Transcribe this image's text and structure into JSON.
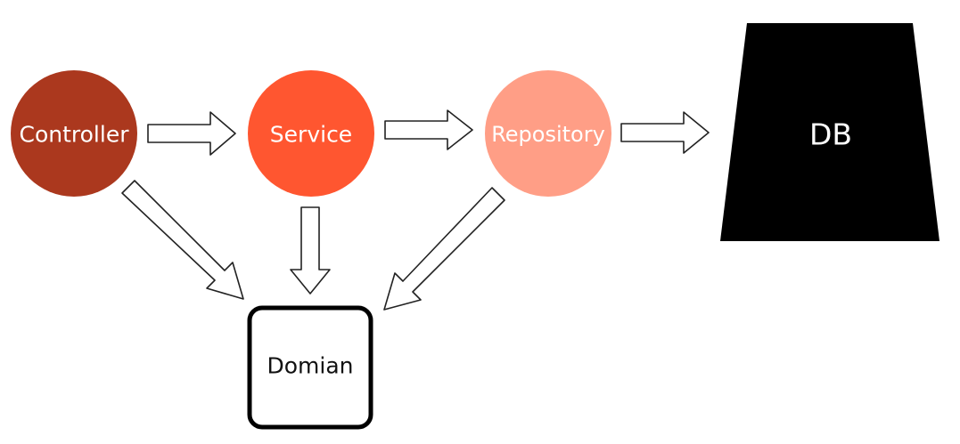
{
  "nodes": {
    "controller": {
      "label": "Controller",
      "color": "#ab381e"
    },
    "service": {
      "label": "Service",
      "color": "#ff5630"
    },
    "repository": {
      "label": "Repository",
      "color": "#ff9e86"
    },
    "db": {
      "label": "DB",
      "color": "#000000"
    },
    "domain": {
      "label": "Domian",
      "border_color": "#000000"
    }
  }
}
